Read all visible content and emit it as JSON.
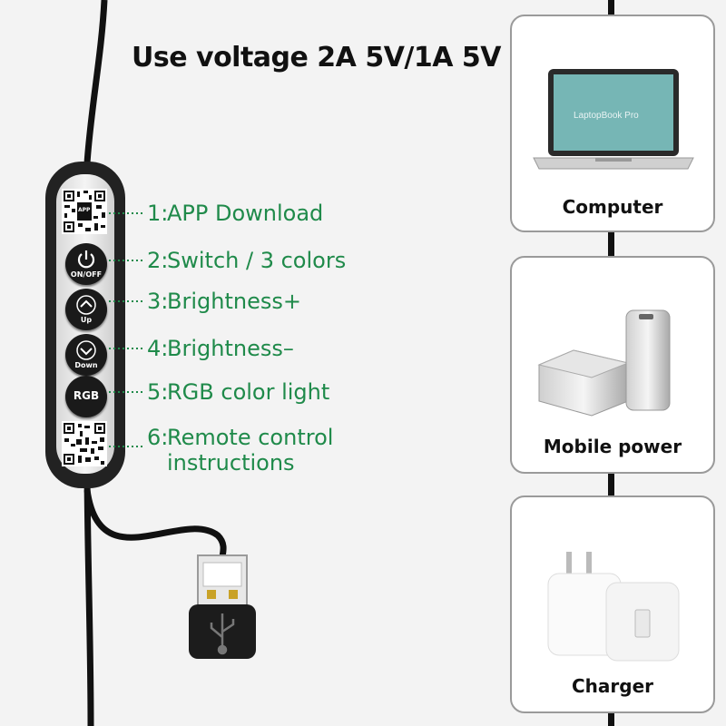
{
  "title": "Use voltage 2A 5V/1A 5V",
  "controller": {
    "qr_top_tag": "APP",
    "buttons": [
      {
        "caption": "ON/OFF",
        "icon": "power-icon"
      },
      {
        "caption": "Up",
        "icon": "chevron-up-icon"
      },
      {
        "caption": "Down",
        "icon": "chevron-down-icon"
      },
      {
        "caption": "RGB",
        "icon": "none"
      }
    ]
  },
  "features": [
    {
      "num": "1:",
      "text": "APP Download"
    },
    {
      "num": "2:",
      "text": "Switch / 3 colors"
    },
    {
      "num": "3:",
      "text": "Brightness+"
    },
    {
      "num": "4:",
      "text": "Brightness–"
    },
    {
      "num": "5:",
      "text": "RGB color light"
    },
    {
      "num": "6:",
      "line1": "Remote control",
      "line2": "instructions"
    }
  ],
  "power_sources": [
    {
      "label": "Computer",
      "screen_text": "LaptopBook Pro"
    },
    {
      "label": "Mobile power"
    },
    {
      "label": "Charger"
    }
  ],
  "colors": {
    "label_green": "#1f8a4a",
    "cable": "#111111",
    "card_border": "#9a9a9a"
  }
}
